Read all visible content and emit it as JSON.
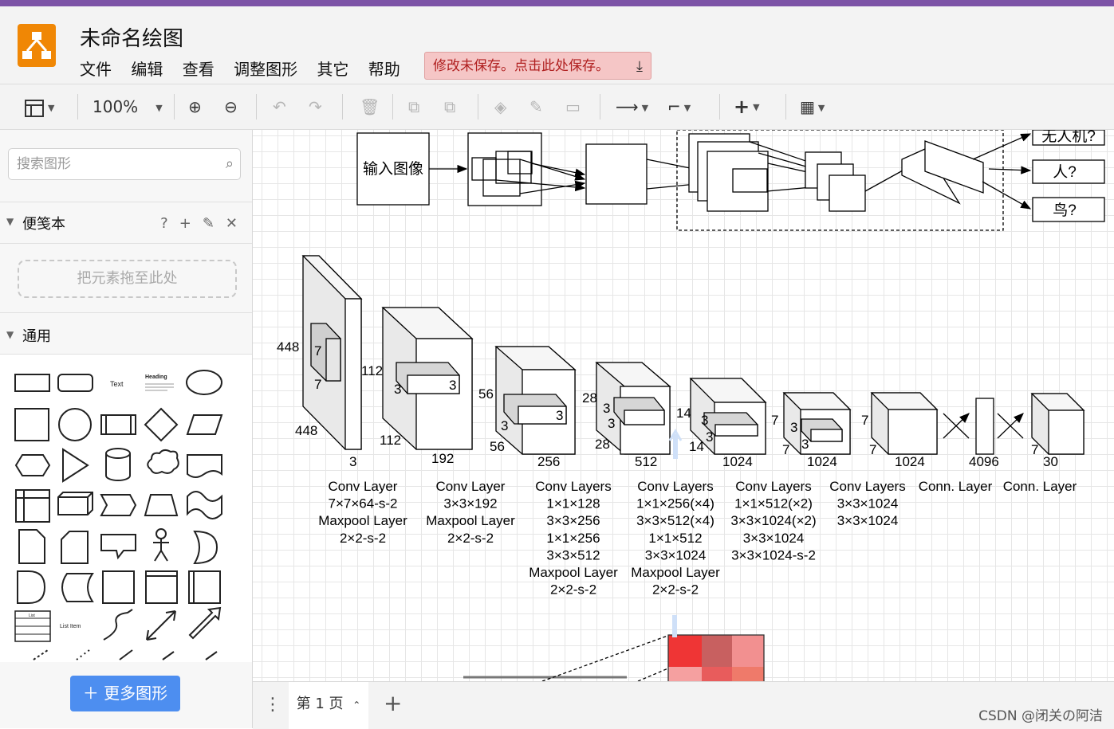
{
  "app": {
    "title": "未命名绘图",
    "menu": [
      "文件",
      "编辑",
      "查看",
      "调整图形",
      "其它",
      "帮助"
    ],
    "save_notice": "修改未保存。点击此处保存。"
  },
  "toolbar": {
    "zoom": "100%"
  },
  "sidebar": {
    "search_placeholder": "搜索图形",
    "scratchpad_title": "便笺本",
    "scratchpad_help": "?",
    "dropzone": "把元素拖至此处",
    "general_title": "通用",
    "shape_text_label": "Text",
    "shape_heading_label": "Heading",
    "shape_list_label": "List",
    "shape_list_item_label": "List Item",
    "more_shapes": "更多图形"
  },
  "footer": {
    "page_tab": "第 1 页",
    "watermark": "CSDN @闭关の阿洁"
  },
  "canvas": {
    "top_diagram": {
      "input_label": "输入图像",
      "outputs": [
        "无人机?",
        "人?",
        "鸟?"
      ]
    },
    "network": {
      "dims": {
        "l1_top": "448",
        "l1_bottom": "448",
        "l1_depth": "3",
        "l1_k1": "7",
        "l1_k2": "7",
        "l2_side": "112",
        "l2_side2": "112",
        "l2_depth": "192",
        "l2_k1": "3",
        "l2_k2": "3",
        "l3_side": "56",
        "l3_side2": "56",
        "l3_depth": "256",
        "l3_k1": "3",
        "l3_k2": "3",
        "l4_side": "28",
        "l4_side2": "28",
        "l4_depth": "512",
        "l4_k1": "3",
        "l4_k2": "3",
        "l5_side": "14",
        "l5_side2": "14",
        "l5_depth": "1024",
        "l5_k1": "3",
        "l5_k2": "3",
        "l6_side": "7",
        "l6_side2": "7",
        "l6_depth": "1024",
        "l6_k1": "3",
        "l6_k2": "3",
        "l7_side": "7",
        "l7_side2": "7",
        "l7_depth": "1024",
        "fc1": "4096",
        "out_side": "7",
        "out_depth": "30"
      },
      "captions": [
        [
          "Conv Layer",
          "7×7×64-s-2",
          "Maxpool Layer",
          "2×2-s-2"
        ],
        [
          "Conv Layer",
          "3×3×192",
          "Maxpool Layer",
          "2×2-s-2"
        ],
        [
          "Conv Layers",
          "1×1×128",
          "3×3×256",
          "1×1×256",
          "3×3×512",
          "Maxpool Layer",
          "2×2-s-2"
        ],
        [
          "Conv Layers",
          "1×1×256(×4)",
          "3×3×512(×4)",
          "1×1×512",
          "3×3×1024",
          "Maxpool Layer",
          "2×2-s-2"
        ],
        [
          "Conv Layers",
          "1×1×512(×2)",
          "3×3×1024(×2)",
          "3×3×1024",
          "3×3×1024-s-2"
        ],
        [
          "Conv Layers",
          "3×3×1024",
          "3×3×1024"
        ],
        [
          "Conn. Layer"
        ],
        [
          "Conn. Layer"
        ]
      ]
    }
  }
}
